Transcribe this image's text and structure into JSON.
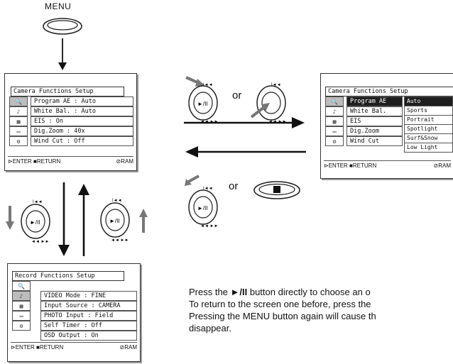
{
  "menu_button": {
    "label": "MENU"
  },
  "camera_screen": {
    "title": "Camera Functions Setup",
    "rows": [
      {
        "icon": "🔍",
        "label": "Program AE  : Auto"
      },
      {
        "icon": "♪",
        "label": "White Bal.  : Auto"
      },
      {
        "icon": "▦",
        "label": "EIS         :  On"
      },
      {
        "icon": "▭",
        "label": "Dig.Zoom    :  40x"
      },
      {
        "icon": "⚙",
        "label": "Wind Cut    : Off"
      }
    ],
    "footer": {
      "enter": "ENTER",
      "return": "RETURN",
      "ram": "RAM"
    }
  },
  "camera_screen_sub": {
    "title": "Camera Functions Setup",
    "rows": [
      {
        "icon": "🔍",
        "label": "Program AE"
      },
      {
        "icon": "♪",
        "label": "White Bal."
      },
      {
        "icon": "▦",
        "label": "EIS"
      },
      {
        "icon": "▭",
        "label": "Dig.Zoom"
      },
      {
        "icon": "⚙",
        "label": "Wind Cut"
      }
    ],
    "options": [
      "Auto",
      "Sports",
      "Portrait",
      "Spotlight",
      "Surf&Snow",
      "Low Light"
    ],
    "footer": {
      "enter": "ENTER",
      "return": "RETURN",
      "ram": "RAM"
    }
  },
  "record_screen": {
    "title": "Record Functions Setup",
    "rows": [
      {
        "icon": "🔍",
        "label": ""
      },
      {
        "icon": "♪",
        "label": "VIDEO Mode   : FINE"
      },
      {
        "icon": "▦",
        "label": "Input Source : CAMERA"
      },
      {
        "icon": "▭",
        "label": "PHOTO Input  : Field"
      },
      {
        "icon": "⚙",
        "label": "Self Timer   : Off"
      },
      {
        "icon": "",
        "label": "OSD Output   :  On"
      }
    ],
    "footer": {
      "enter": "ENTER",
      "return": "RETURN",
      "ram": "RAM"
    }
  },
  "or_labels": {
    "top": "or",
    "bottom": "or"
  },
  "description": {
    "line1_prefix": "Press the ",
    "line1_symbol": "►/II",
    "line1_suffix": " button directly to choose an o",
    "line2": "To return to the screen one before, press the",
    "line3": "Pressing the MENU button again will cause th",
    "line4": "disappear."
  }
}
